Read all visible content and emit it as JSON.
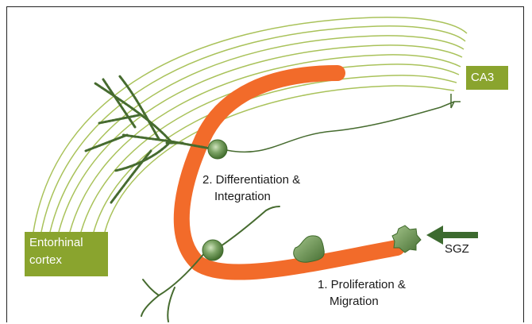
{
  "labels": {
    "ca3": "CA3",
    "entorhinal_line1": "Entorhinal",
    "entorhinal_line2": "cortex",
    "step2_line1": "2. Differentiation &",
    "step2_line2": "Integration",
    "step1_line1": "1. Proliferation &",
    "step1_line2": "Migration",
    "sgz": "SGZ"
  },
  "colors": {
    "fiber": "#a9c25a",
    "box": "#8aa42e",
    "neuron": "#466b2f",
    "neuron_light": "#7ea567",
    "dentate": "#f26b2a",
    "arrow": "#3c6a2f"
  }
}
